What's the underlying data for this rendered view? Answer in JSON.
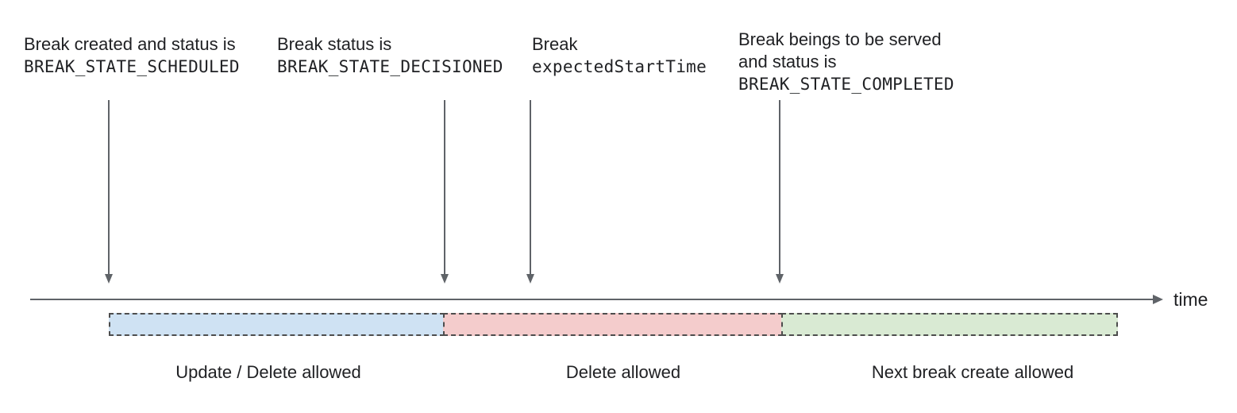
{
  "diagram": {
    "annotations": [
      {
        "line1": "Break created and status is",
        "line2": "BREAK_STATE_SCHEDULED"
      },
      {
        "line1": "Break status is",
        "line2": "BREAK_STATE_DECISIONED"
      },
      {
        "line1": "Break",
        "line2": "expectedStartTime"
      },
      {
        "line1": "Break beings to be served",
        "line2": "and status is",
        "line3": "BREAK_STATE_COMPLETED"
      }
    ],
    "axis": {
      "label": "time"
    },
    "segments": [
      {
        "label": "Update / Delete allowed",
        "color": "#cfe2f3"
      },
      {
        "label": "Delete allowed",
        "color": "#f4cccc"
      },
      {
        "label": "Next break create allowed",
        "color": "#d9ead3"
      }
    ],
    "colors": {
      "arrow": "#5f6368",
      "axis": "#5f6368",
      "segment_border": "#4d4d4d",
      "text": "#202124"
    }
  }
}
